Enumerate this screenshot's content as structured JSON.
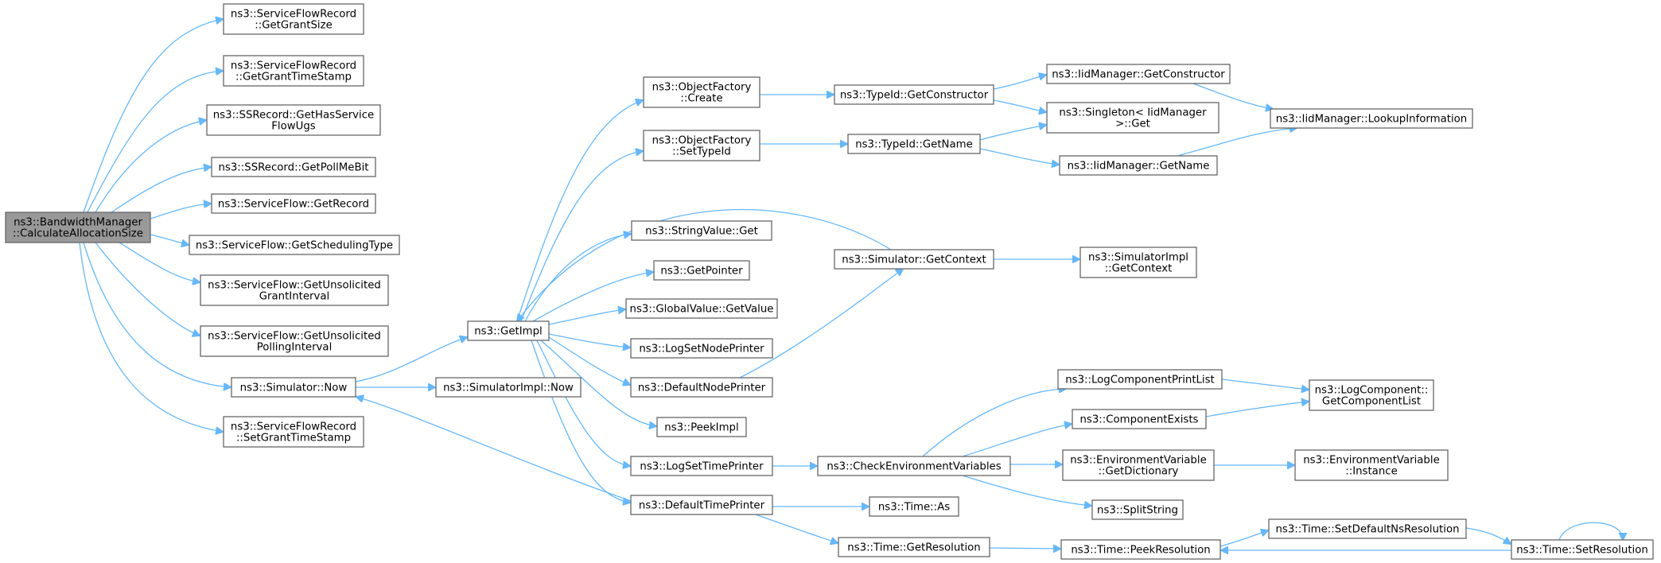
{
  "diagram": {
    "type": "call-graph",
    "colors": {
      "edge": "#63b8ff",
      "node_border": "#666666",
      "root_fill": "#999999",
      "node_fill": "#ffffff"
    },
    "nodes": [
      {
        "id": "root",
        "lines": [
          "ns3::BandwidthManager",
          "::CalculateAllocationSize"
        ],
        "root": true
      },
      {
        "id": "sfr_grantsize",
        "lines": [
          "ns3::ServiceFlowRecord",
          "::GetGrantSize"
        ]
      },
      {
        "id": "sfr_granttimestamp",
        "lines": [
          "ns3::ServiceFlowRecord",
          "::GetGrantTimeStamp"
        ]
      },
      {
        "id": "ssr_hasservice",
        "lines": [
          "ns3::SSRecord::GetHasService",
          "FlowUgs"
        ]
      },
      {
        "id": "ssr_pollme",
        "lines": [
          "ns3::SSRecord::GetPollMeBit"
        ]
      },
      {
        "id": "sf_record",
        "lines": [
          "ns3::ServiceFlow::GetRecord"
        ]
      },
      {
        "id": "sf_schedtype",
        "lines": [
          "ns3::ServiceFlow::GetSchedulingType"
        ]
      },
      {
        "id": "sf_unsol_grant",
        "lines": [
          "ns3::ServiceFlow::GetUnsolicited",
          "GrantInterval"
        ]
      },
      {
        "id": "sf_unsol_poll",
        "lines": [
          "ns3::ServiceFlow::GetUnsolicited",
          "PollingInterval"
        ]
      },
      {
        "id": "sim_now",
        "lines": [
          "ns3::Simulator::Now"
        ]
      },
      {
        "id": "sfr_setgrant",
        "lines": [
          "ns3::ServiceFlowRecord",
          "::SetGrantTimeStamp"
        ]
      },
      {
        "id": "getimpl",
        "lines": [
          "ns3::GetImpl"
        ]
      },
      {
        "id": "simimpl_now",
        "lines": [
          "ns3::SimulatorImpl::Now"
        ]
      },
      {
        "id": "of_create",
        "lines": [
          "ns3::ObjectFactory",
          "::Create"
        ]
      },
      {
        "id": "of_settypeid",
        "lines": [
          "ns3::ObjectFactory",
          "::SetTypeId"
        ]
      },
      {
        "id": "stringvalue_get",
        "lines": [
          "ns3::StringValue::Get"
        ]
      },
      {
        "id": "getpointer",
        "lines": [
          "ns3::GetPointer"
        ]
      },
      {
        "id": "globalvalue_get",
        "lines": [
          "ns3::GlobalValue::GetValue"
        ]
      },
      {
        "id": "logsetnode",
        "lines": [
          "ns3::LogSetNodePrinter"
        ]
      },
      {
        "id": "defaultnode",
        "lines": [
          "ns3::DefaultNodePrinter"
        ]
      },
      {
        "id": "peekimpl",
        "lines": [
          "ns3::PeekImpl"
        ]
      },
      {
        "id": "logsettime",
        "lines": [
          "ns3::LogSetTimePrinter"
        ]
      },
      {
        "id": "defaulttime",
        "lines": [
          "ns3::DefaultTimePrinter"
        ]
      },
      {
        "id": "typeid_getctor",
        "lines": [
          "ns3::TypeId::GetConstructor"
        ]
      },
      {
        "id": "typeid_getname",
        "lines": [
          "ns3::TypeId::GetName"
        ]
      },
      {
        "id": "sim_getcontext",
        "lines": [
          "ns3::Simulator::GetContext"
        ]
      },
      {
        "id": "checkenv",
        "lines": [
          "ns3::CheckEnvironmentVariables"
        ]
      },
      {
        "id": "time_as",
        "lines": [
          "ns3::Time::As"
        ]
      },
      {
        "id": "time_getres",
        "lines": [
          "ns3::Time::GetResolution"
        ]
      },
      {
        "id": "iid_getctor",
        "lines": [
          "ns3::IidManager::GetConstructor"
        ]
      },
      {
        "id": "singleton_get",
        "lines": [
          "ns3::Singleton< IidManager",
          ">::Get"
        ]
      },
      {
        "id": "iid_getname",
        "lines": [
          "ns3::IidManager::GetName"
        ]
      },
      {
        "id": "simimpl_getcontext",
        "lines": [
          "ns3::SimulatorImpl",
          "::GetContext"
        ]
      },
      {
        "id": "logcomp_printlist",
        "lines": [
          "ns3::LogComponentPrintList"
        ]
      },
      {
        "id": "compexists",
        "lines": [
          "ns3::ComponentExists"
        ]
      },
      {
        "id": "envvar_getdict",
        "lines": [
          "ns3::EnvironmentVariable",
          "::GetDictionary"
        ]
      },
      {
        "id": "splitstring",
        "lines": [
          "ns3::SplitString"
        ]
      },
      {
        "id": "time_peekres",
        "lines": [
          "ns3::Time::PeekResolution"
        ]
      },
      {
        "id": "iid_lookup",
        "lines": [
          "ns3::IidManager::LookupInformation"
        ]
      },
      {
        "id": "logcomp_getlist",
        "lines": [
          "ns3::LogComponent::",
          "GetComponentList"
        ]
      },
      {
        "id": "envvar_instance",
        "lines": [
          "ns3::EnvironmentVariable",
          "::Instance"
        ]
      },
      {
        "id": "time_setdefaultns",
        "lines": [
          "ns3::Time::SetDefaultNsResolution"
        ]
      },
      {
        "id": "time_setres",
        "lines": [
          "ns3::Time::SetResolution"
        ]
      }
    ]
  }
}
